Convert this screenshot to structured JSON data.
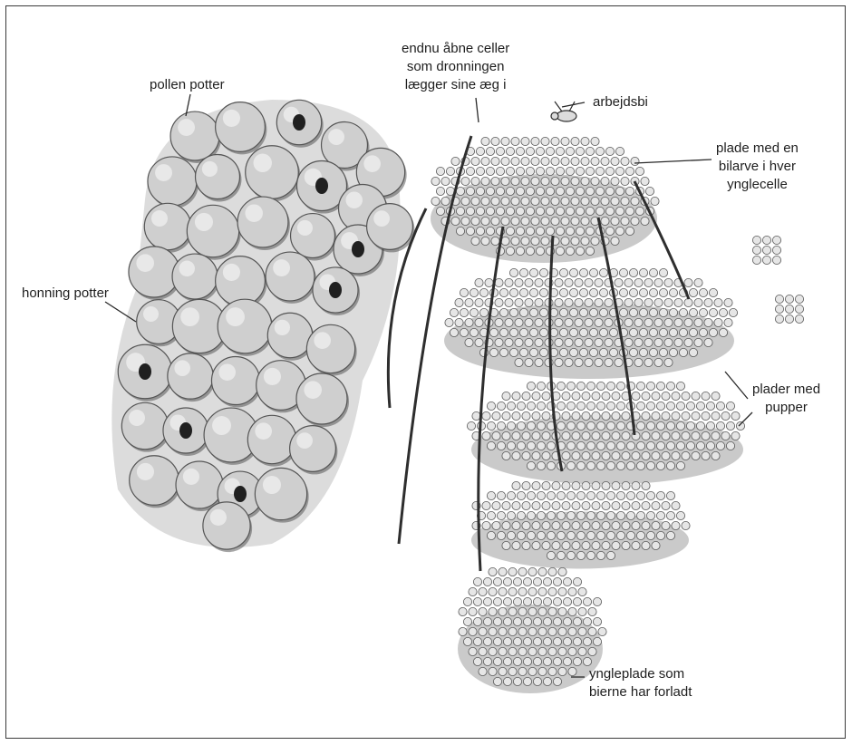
{
  "diagram": {
    "labels": {
      "pollen_pots": "pollen potter",
      "honey_pots": "honning potter",
      "open_cells": "endnu åbne celler\nsom dronningen\nlægger sine æg i",
      "worker_bee": "arbejdsbi",
      "larva_plate": "plade med en\nbilarve i hver\nynglecelle",
      "pupae_plates": "plader med\npupper",
      "abandoned_plate": "yngleplade som\nbierne har forladt"
    },
    "colors": {
      "ink": "#1e1e1e",
      "cell_fill": "#e6e6e6",
      "cell_stroke": "#555555",
      "pot_fill": "#cfcfcf",
      "shadow": "#3a3a3a"
    }
  }
}
